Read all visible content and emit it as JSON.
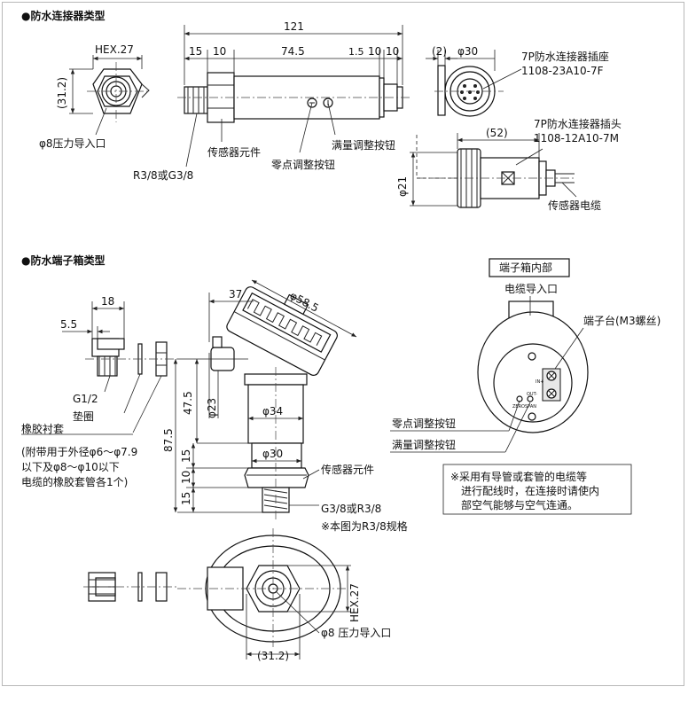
{
  "connector_section": {
    "heading": "●防水连接器类型",
    "dims": {
      "overall": "121",
      "hex": "HEX.27",
      "d15": "15",
      "d10a": "10",
      "d745": "74.5",
      "d15b": "1.5",
      "d10b": "10",
      "d10c": "10",
      "d2": "(2)",
      "phi30": "φ30",
      "d312": "(31.2)",
      "d52": "(52)",
      "phi21": "φ21"
    },
    "labels": {
      "pressure_inlet": "φ8压力导入口",
      "sensor_element": "传感器元件",
      "thread": "R3/8或G3/8",
      "zero_button": "零点调整按钮",
      "span_button": "满量调整按钮",
      "socket_name": "7P防水连接器插座",
      "socket_model": "1108-23A10-7F",
      "plug_name": "7P防水连接器插头",
      "plug_model": "1108-12A10-7M",
      "cable": "传感器电缆"
    }
  },
  "terminal_section": {
    "heading": "●防水端子箱类型",
    "dims": {
      "d18": "18",
      "d55": "5.5",
      "d37": "37",
      "phi585": "φ58.5",
      "d475": "47.5",
      "phi23": "φ23",
      "phi34": "φ34",
      "d875": "87.5",
      "d15a": "15",
      "phi30": "φ30",
      "d10": "10",
      "d15b": "15",
      "hex": "HEX.27",
      "d312": "(31.2)"
    },
    "labels": {
      "g12": "G1/2",
      "gasket": "垫圈",
      "rubber": "橡胶衬套",
      "rubber_note1": "(附带用于外径φ6～φ7.9",
      "rubber_note2": "以下及φ8～φ10以下",
      "rubber_note3": "电缆的橡胶套管各1个)",
      "sensor_element": "传感器元件",
      "thread": "G3/8或R3/8",
      "thread_note": "※本图为R3/8规格",
      "box_inside": "端子箱内部",
      "cable_inlet": "电缆导入口",
      "terminal_block": "端子台(M3螺丝)",
      "zero_button": "零点调整按钮",
      "span_button": "满量调整按钮",
      "note1": "※采用有导管或套管的电缆等",
      "note2": "进行配线时，在连接时请使内",
      "note3": "部空气能够与空气连通。",
      "pressure_inlet": "φ8 压力导入口",
      "pcb_in": "IN+",
      "pcb_out": "OUT-",
      "pcb_zero": "ZERO",
      "pcb_span": "SPAN"
    }
  }
}
